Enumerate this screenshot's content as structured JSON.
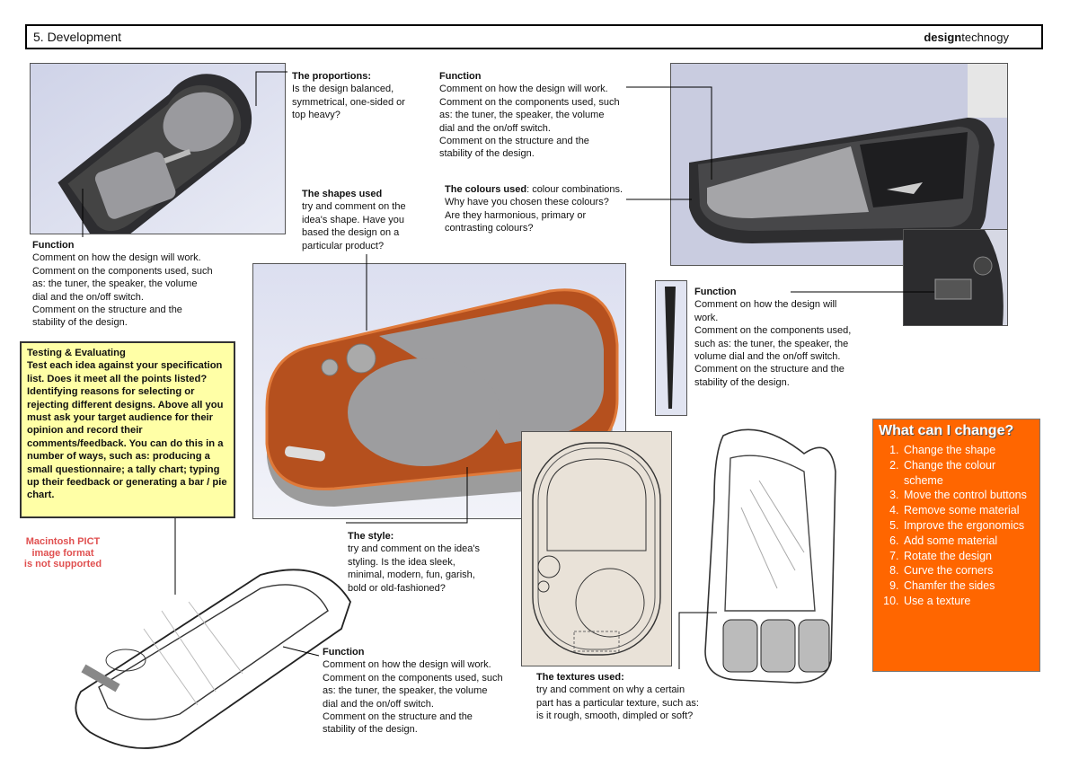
{
  "header": {
    "section": "5. Development",
    "brand_bold": "design",
    "brand_rest": "technogy"
  },
  "notes": {
    "proportions": {
      "title": "The proportions:",
      "body": "Is the design balanced,\nsymmetrical, one-sided or\ntop heavy?"
    },
    "function_top": {
      "title": "Function",
      "body": "Comment on how the design will work.\nComment on the components used, such\nas: the tuner, the speaker, the volume\ndial and the on/off switch.\nComment on the structure and the\nstability of the design."
    },
    "function_left": {
      "title": "Function",
      "body": "Comment on how the design will work.\nComment on the components used, such\nas: the tuner, the speaker, the volume\ndial and the on/off switch.\nComment on the structure and the\nstability of the design."
    },
    "shapes": {
      "title": "The shapes used",
      "body": "try and comment on the\nidea's shape. Have you\nbased the design on a\nparticular product?"
    },
    "colours": {
      "title": "The colours used",
      "title_rest": ": colour combinations.",
      "body": "Why have you chosen these colours?\nAre they harmonious, primary or\ncontrasting colours?"
    },
    "function_right": {
      "title": "Function",
      "body": "Comment on how the design will\nwork.\nComment on the components used,\nsuch as: the tuner, the speaker, the\nvolume dial and the on/off switch.\nComment on the structure and the\nstability of the design."
    },
    "style": {
      "title": "The style:",
      "body": "try and comment on the idea's\nstyling. Is the idea sleek,\nminimal, modern, fun, garish,\nbold or old-fashioned?"
    },
    "function_bottom": {
      "title": "Function",
      "body": "Comment on how the design will work.\nComment on the components used, such\nas: the tuner, the speaker, the volume\ndial and the on/off switch.\nComment on the structure and the\nstability of the design."
    },
    "textures": {
      "title": "The textures used:",
      "body": "try and comment on why a certain\npart has a particular texture, such as:\nis it rough, smooth, dimpled or soft?"
    }
  },
  "testing": {
    "text": "Testing & Evaluating\nTest each idea against your specification list. Does it meet all the points listed? Identifying reasons for selecting or rejecting different designs. Above all you must ask your target audience for their opinion and record their comments/feedback. You can do this in a number of ways, such as: producing a small questionnaire; a tally chart; typing up their feedback or generating a bar / pie chart."
  },
  "pict_notice": "Macintosh PICT\nimage format\nis not supported",
  "what_change": {
    "heading": "What can I change?",
    "items": [
      "Change the shape",
      "Change the colour scheme",
      "Move the control buttons",
      "Remove some material",
      "Improve the ergonomics",
      "Add some material",
      "Rotate the design",
      "Curve the corners",
      "Chamfer the sides",
      "Use a texture"
    ]
  },
  "colors": {
    "highlight_yellow": "#ffffa6",
    "change_orange": "#ff6600",
    "orange_body": "#b5501e",
    "pict_red": "#e05050"
  }
}
